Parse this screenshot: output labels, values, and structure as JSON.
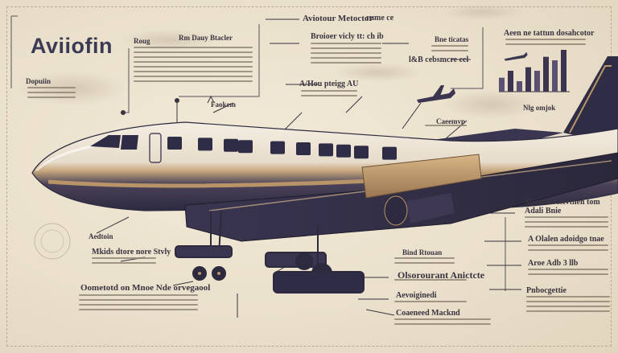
{
  "title": "Aviiofin",
  "labels": {
    "top_center": "Aviotour Metoctor",
    "top_center_suffix": "rume ce",
    "box_header_left": "Rm Dauy Btacler",
    "box_header_left_prefix": "Roug",
    "mid_header": "Broioer vicly tt: ch ib",
    "mid_small_right": "Bne ticatas",
    "top_right": "Aeen ne tattun dosahcotor",
    "mid_right_small": "l&B cebsmcre ccl",
    "under_title": "Dopuiin",
    "center_small": "A/Hou pteigg AU",
    "fuselage_label": "Faokem",
    "right_small": "Nlg omjok",
    "right_small2": "Caeemvp",
    "bottom_left_1": "Aedtoin",
    "bottom_left_2": "Mkids dtore nore Stvly",
    "bottom_left_3": "Oometotd on Mnoe Nde orvegaool",
    "center_bottom_1": "Bind Rtouan",
    "center_bottom_2": "Olsorourant Anictcte",
    "center_bottom_3": "Aevoiginedi",
    "center_bottom_4": "Coaeneed Macknd",
    "right_1": "Mieor bvestvtnen tom",
    "right_2": "Adali Bnie",
    "right_3": "A Olalen adoidgo tnae",
    "right_4": "Aroe   Adb 3 llb",
    "right_5": "Pnbocgettie"
  },
  "colors": {
    "background": "#ece3d0",
    "ink": "#2e2a33",
    "navy": "#2f2c45",
    "gold": "#b89468",
    "accent_line": "#5a5060"
  },
  "chart_data": {
    "type": "bar",
    "categories": [
      "",
      "",
      "",
      "",
      "",
      "",
      "",
      ""
    ],
    "values": [
      2,
      3,
      1.5,
      3.5,
      3,
      5,
      4.5,
      6
    ],
    "title": "",
    "xlabel": "",
    "ylabel": ""
  }
}
